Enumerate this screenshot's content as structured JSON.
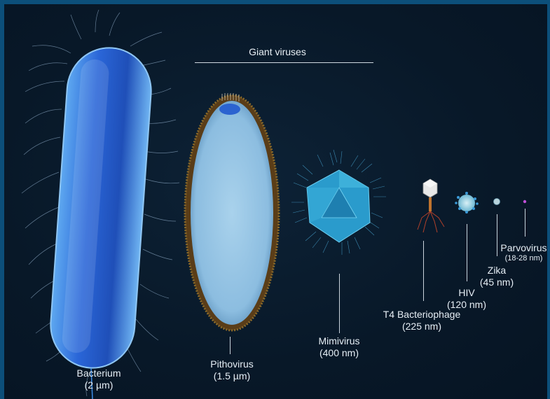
{
  "header": {
    "title": "Giant viruses"
  },
  "organisms": {
    "bacterium": {
      "name": "Bacterium",
      "size": "(2 µm)"
    },
    "pithovirus": {
      "name": "Pithovirus",
      "size": "(1.5 µm)"
    },
    "mimivirus": {
      "name": "Mimivirus",
      "size": "(400 nm)"
    },
    "t4": {
      "name": "T4 Bacteriophage",
      "size": "(225 nm)"
    },
    "hiv": {
      "name": "HIV",
      "size": "(120 nm)"
    },
    "zika": {
      "name": "Zika",
      "size": "(45 nm)"
    },
    "parvovirus": {
      "name": "Parvovirus",
      "size": "(18-28 nm)"
    }
  },
  "colors": {
    "background": "#081828",
    "frame_border": "#0c4f7a",
    "bacterium": "#2a6ee0",
    "pithovirus": "#9ec8e6",
    "pithovirus_rim": "#6b4a1f",
    "mimivirus": "#3aaed8",
    "parvovirus": "#c050d8"
  }
}
